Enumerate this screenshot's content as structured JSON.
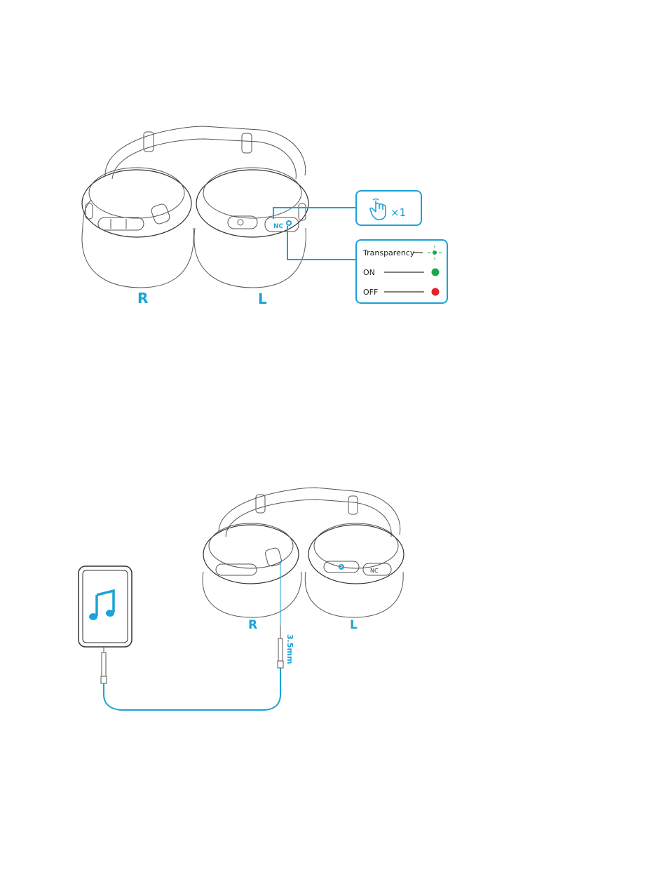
{
  "figure1": {
    "left_label": "R",
    "right_label": "L",
    "nc_button": "NC",
    "press_count": "×1",
    "states": [
      {
        "label": "Transparency",
        "indicator": "green-blinking",
        "color": "#1aa64b"
      },
      {
        "label": "ON",
        "indicator": "green-solid",
        "color": "#1aa64b"
      },
      {
        "label": "OFF",
        "indicator": "red-solid",
        "color": "#e8202a"
      }
    ]
  },
  "figure2": {
    "left_label": "R",
    "right_label": "L",
    "nc_button": "NC",
    "cable_label": "3.5mm",
    "device_icon": "music-note-icon"
  },
  "colors": {
    "accent": "#1aa3d8",
    "line": "#333333"
  }
}
